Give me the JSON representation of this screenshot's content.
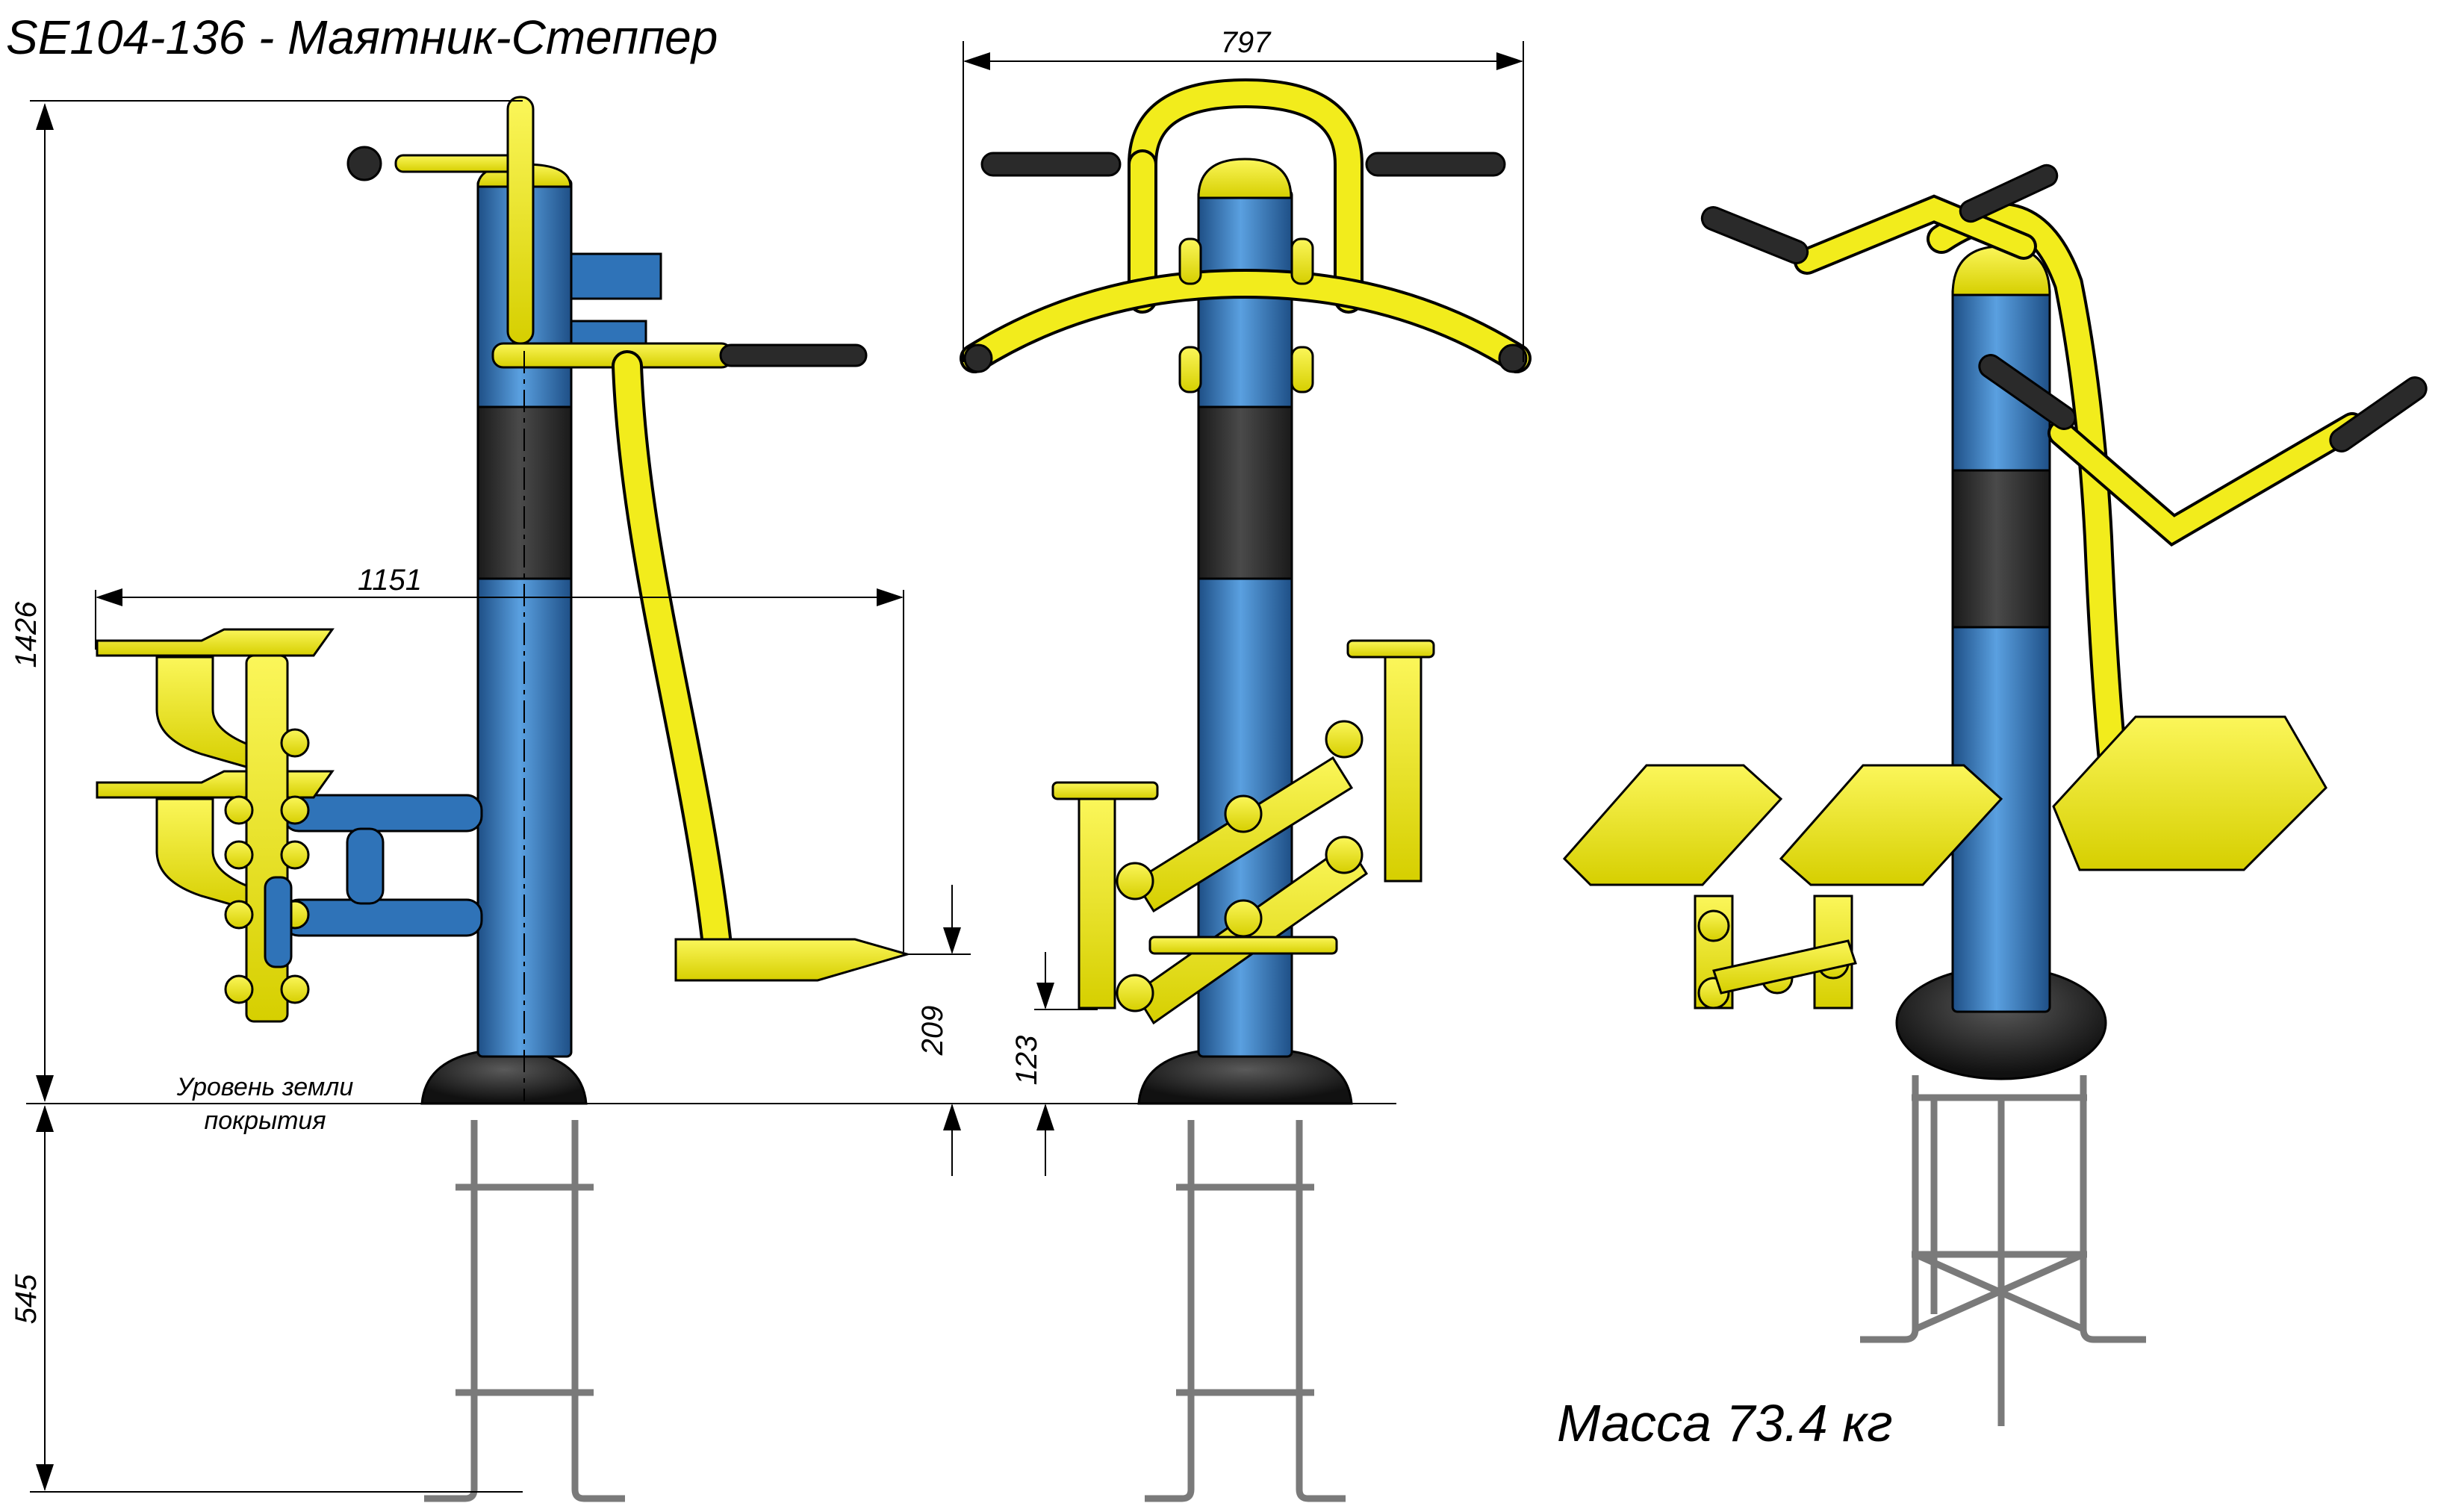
{
  "title": "SE104-136 - Маятник-Степпер",
  "dimensions": {
    "height_total": "1426",
    "width_side": "1151",
    "width_front": "797",
    "foot_height_side": "209",
    "foot_height_front": "123",
    "underground_depth": "545"
  },
  "ground_label_1": "Уровень земли",
  "ground_label_2": "покрытия",
  "mass_label": "Масса 73.4 кг",
  "colors": {
    "post_blue": "#2f73b8",
    "post_blue_light": "#5aa0e0",
    "band_dark": "#2e2e2e",
    "yellow": "#f2ec1c",
    "yellow_dark": "#c9c200",
    "base_black": "#1f1f1f",
    "steel": "#b8b8b8"
  }
}
